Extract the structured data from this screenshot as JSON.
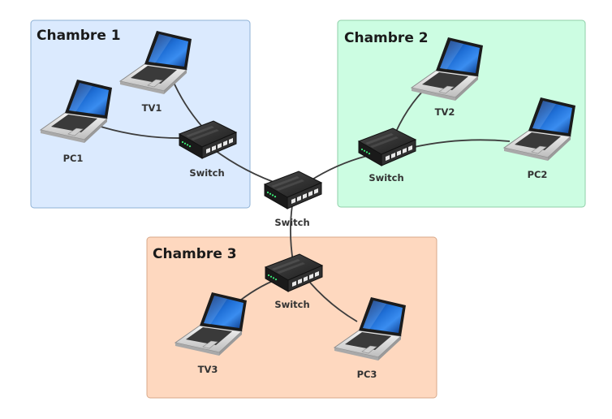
{
  "rooms": [
    {
      "id": "room1",
      "title": "Chambre 1",
      "fill": "#dbeafe",
      "stroke": "#8fb2d6"
    },
    {
      "id": "room2",
      "title": "Chambre 2",
      "fill": "#ccfde2",
      "stroke": "#8fcfa8"
    },
    {
      "id": "room3",
      "title": "Chambre 3",
      "fill": "#fed8bf",
      "stroke": "#d8a98a"
    }
  ],
  "nodes": [
    {
      "id": "tv1",
      "type": "laptop",
      "label": "TV1"
    },
    {
      "id": "pc1",
      "type": "laptop",
      "label": "PC1"
    },
    {
      "id": "sw1",
      "type": "switch",
      "label": "Switch"
    },
    {
      "id": "tv2",
      "type": "laptop",
      "label": "TV2"
    },
    {
      "id": "pc2",
      "type": "laptop",
      "label": "PC2"
    },
    {
      "id": "sw2",
      "type": "switch",
      "label": "Switch"
    },
    {
      "id": "core",
      "type": "switch",
      "label": "Switch"
    },
    {
      "id": "sw3",
      "type": "switch",
      "label": "Switch"
    },
    {
      "id": "tv3",
      "type": "laptop",
      "label": "TV3"
    },
    {
      "id": "pc3",
      "type": "laptop",
      "label": "PC3"
    }
  ],
  "links": [
    [
      "pc1",
      "sw1"
    ],
    [
      "tv1",
      "sw1"
    ],
    [
      "sw1",
      "core"
    ],
    [
      "tv2",
      "sw2"
    ],
    [
      "pc2",
      "sw2"
    ],
    [
      "sw2",
      "core"
    ],
    [
      "core",
      "sw3"
    ],
    [
      "sw3",
      "tv3"
    ],
    [
      "sw3",
      "pc3"
    ]
  ],
  "colors": {
    "link": "#3d3d3d",
    "switch_body": "#2b2b2b",
    "laptop_screen": "#1f6fd6",
    "laptop_body": "#e6e6e6"
  }
}
